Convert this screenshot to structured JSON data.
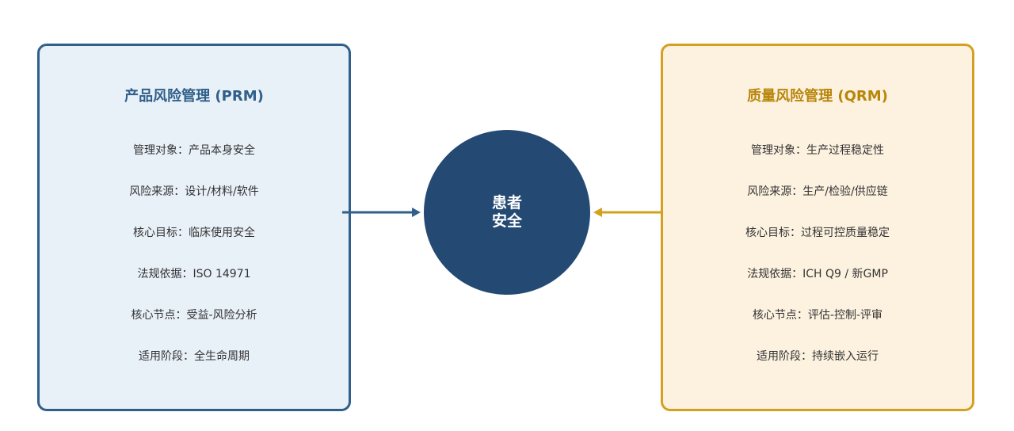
{
  "colors": {
    "left_accent": "#2f5f8a",
    "left_fill": "#e8f0f8",
    "right_accent": "#d4a020",
    "right_title": "#b8860b",
    "right_fill": "#fdf2e0",
    "center_fill": "#244a74"
  },
  "left_panel": {
    "title": "产品风险管理 (PRM)",
    "items": [
      "管理对象：产品本身安全",
      "风险来源：设计/材料/软件",
      "核心目标：临床使用安全",
      "法规依据：ISO 14971",
      "核心节点：受益-风险分析",
      "适用阶段：全生命周期"
    ]
  },
  "center": {
    "line1": "患者",
    "line2": "安全"
  },
  "right_panel": {
    "title": "质量风险管理 (QRM)",
    "items": [
      "管理对象：生产过程稳定性",
      "风险来源：生产/检验/供应链",
      "核心目标：过程可控质量稳定",
      "法规依据：ICH Q9 / 新GMP",
      "核心节点：评估-控制-评审",
      "适用阶段：持续嵌入运行"
    ]
  }
}
